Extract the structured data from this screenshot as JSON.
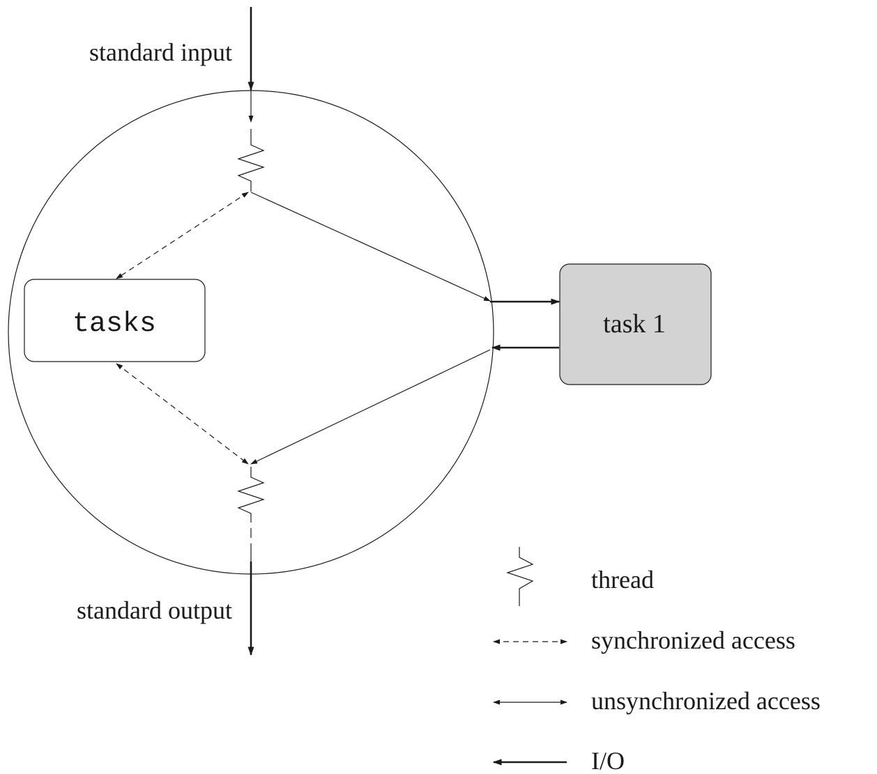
{
  "labels": {
    "standard_input": "standard input",
    "standard_output": "standard output",
    "tasks_box": "tasks",
    "task1_box": "task 1"
  },
  "legend": {
    "thread": "thread",
    "synchronized": "synchronized access",
    "unsynchronized": "unsynchronized access",
    "io": "I/O"
  },
  "colors": {
    "stroke": "#1a1a1a",
    "task1_fill": "#d3d3d3",
    "tasks_fill": "#ffffff"
  }
}
